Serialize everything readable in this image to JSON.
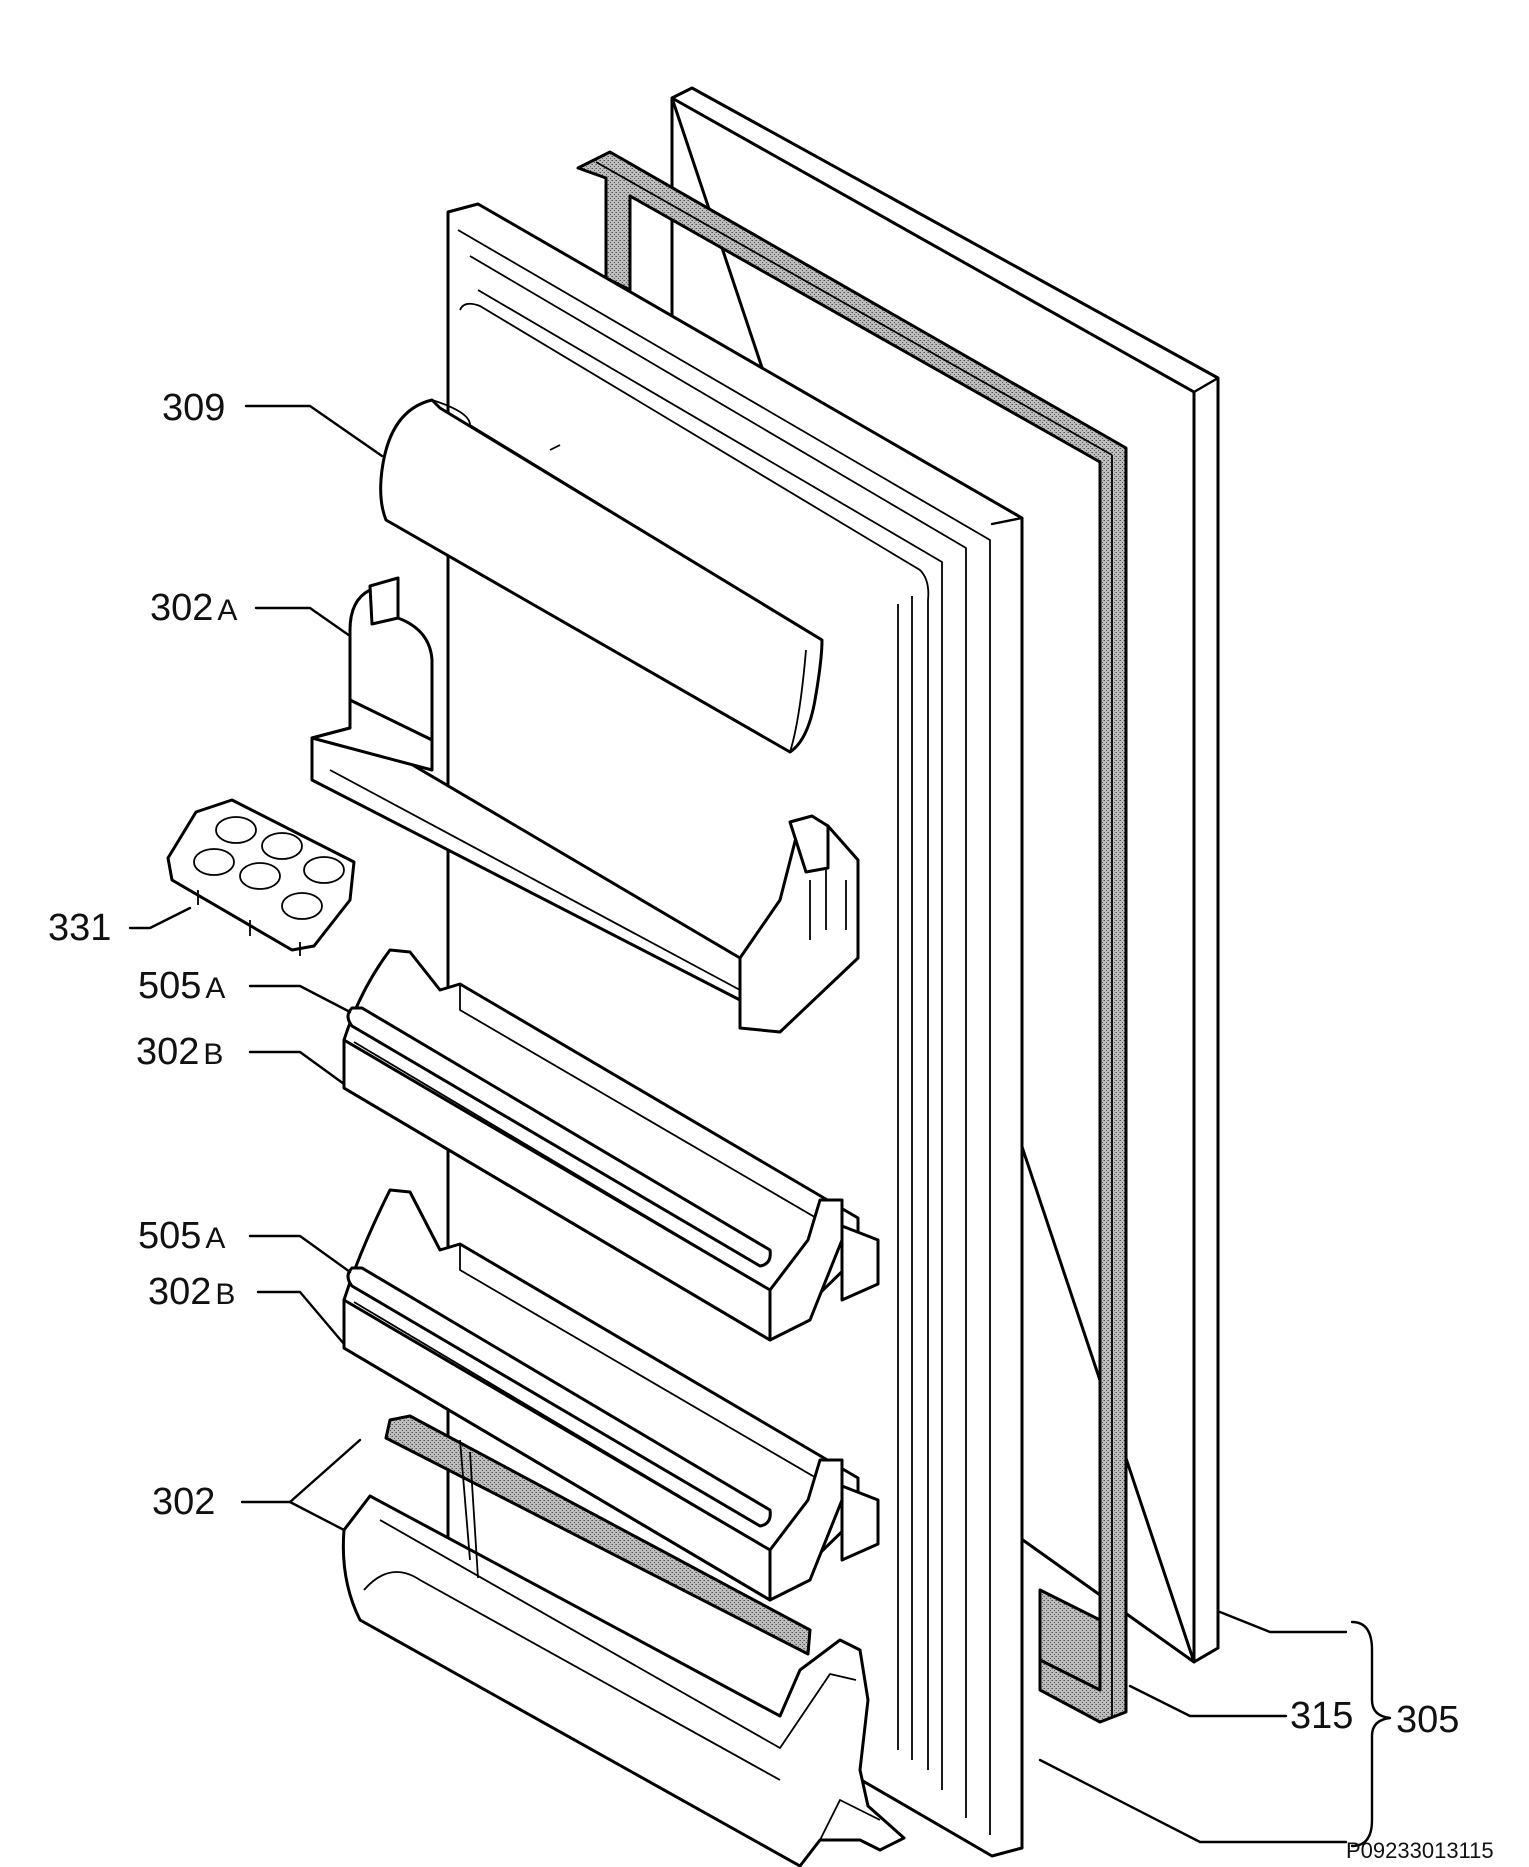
{
  "drawing_code": "P09233013115",
  "labels": [
    {
      "id": "309",
      "number": "309",
      "suffix": ""
    },
    {
      "id": "302A",
      "number": "302",
      "suffix": "A"
    },
    {
      "id": "331",
      "number": "331",
      "suffix": ""
    },
    {
      "id": "505A-1",
      "number": "505",
      "suffix": "A"
    },
    {
      "id": "302B-1",
      "number": "302",
      "suffix": "B"
    },
    {
      "id": "505A-2",
      "number": "505",
      "suffix": "A"
    },
    {
      "id": "302B-2",
      "number": "302",
      "suffix": "B"
    },
    {
      "id": "302",
      "number": "302",
      "suffix": ""
    },
    {
      "id": "315",
      "number": "315",
      "suffix": ""
    },
    {
      "id": "305",
      "number": "305",
      "suffix": ""
    }
  ],
  "colors": {
    "line": "#000000",
    "fill": "#ffffff",
    "gasket": "#9a9a9a"
  }
}
